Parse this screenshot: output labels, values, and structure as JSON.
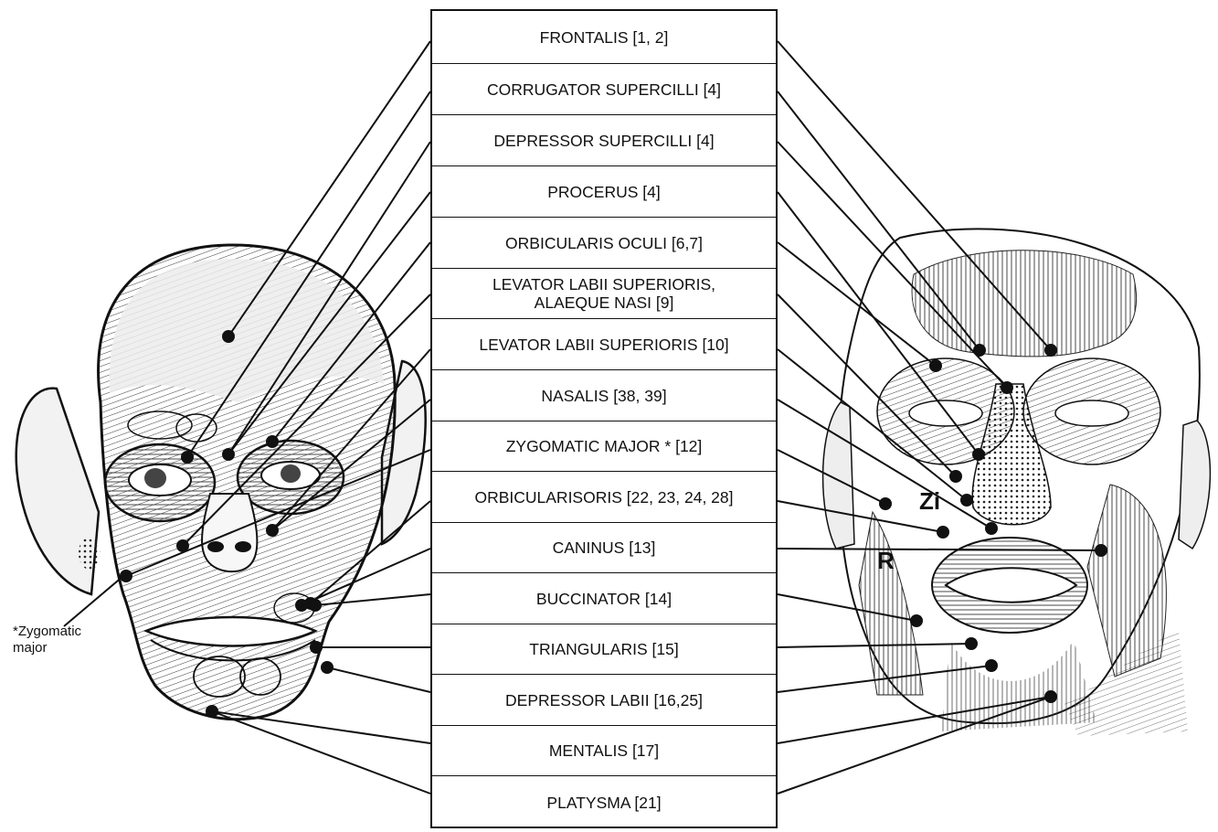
{
  "muscles": [
    {
      "label": "FRONTALIS [1, 2]"
    },
    {
      "label": "CORRUGATOR SUPERCILLI [4]"
    },
    {
      "label": "DEPRESSOR SUPERCILLI [4]"
    },
    {
      "label": "PROCERUS [4]"
    },
    {
      "label": "ORBICULARIS OCULI [6,7]"
    },
    {
      "label": "LEVATOR LABII SUPERIORIS,\nALAEQUE NASI [9]"
    },
    {
      "label": "LEVATOR LABII SUPERIORIS [10]"
    },
    {
      "label": "NASALIS [38, 39]"
    },
    {
      "label": "ZYGOMATIC MAJOR * [12]"
    },
    {
      "label": "ORBICULARISORIS [22, 23, 24, 28]"
    },
    {
      "label": "CANINUS [13]"
    },
    {
      "label": "BUCCINATOR [14]"
    },
    {
      "label": "TRIANGULARIS [15]"
    },
    {
      "label": "DEPRESSOR LABII [16,25]"
    },
    {
      "label": "MENTALIS [17]"
    },
    {
      "label": "PLATYSMA [21]"
    }
  ],
  "footnote": {
    "line1": "*Zygomatic",
    "line2": "major"
  },
  "annotations": {
    "zi": "Zi",
    "r": "R"
  }
}
